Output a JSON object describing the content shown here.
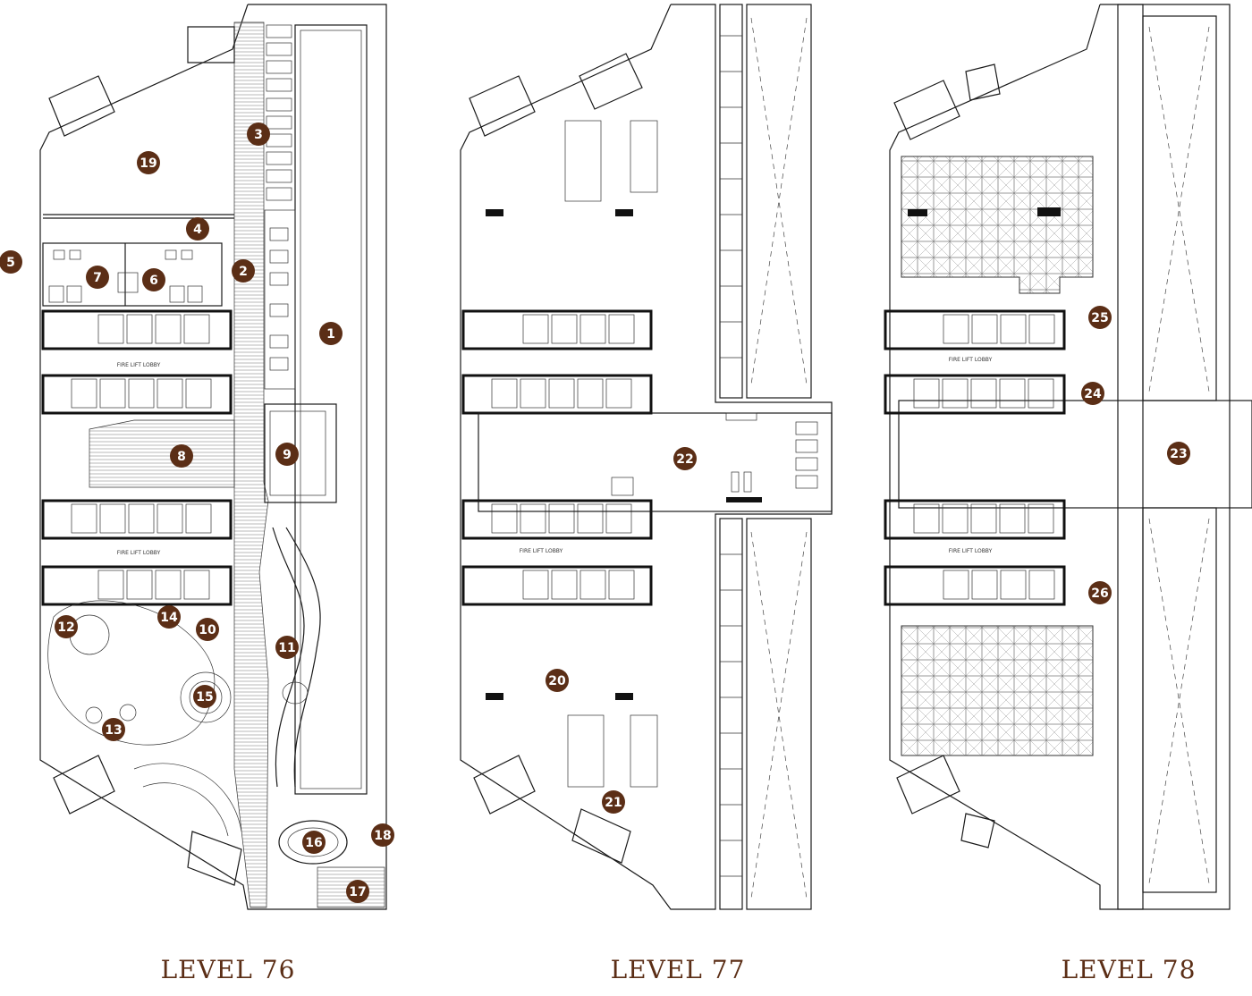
{
  "levels": [
    {
      "title": "LEVEL 76",
      "lobby_label": "FIRE LIFT LOBBY"
    },
    {
      "title": "LEVEL 77",
      "lobby_label": "FIRE LIFT LOBBY"
    },
    {
      "title": "LEVEL 78",
      "lobby_label": "FIRE LIFT LOBBY"
    }
  ],
  "markers": [
    "1",
    "2",
    "3",
    "4",
    "5",
    "6",
    "7",
    "8",
    "9",
    "10",
    "11",
    "12",
    "13",
    "14",
    "15",
    "16",
    "17",
    "18",
    "19",
    "20",
    "21",
    "22",
    "23",
    "24",
    "25",
    "26"
  ],
  "colors": {
    "marker_fill": "#5b2e16",
    "title_color": "#5b2e16",
    "line": "#1a1a1a"
  }
}
